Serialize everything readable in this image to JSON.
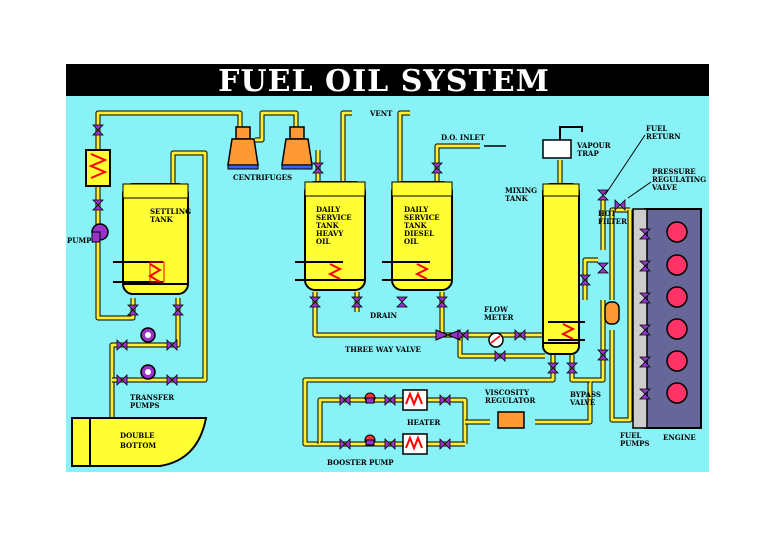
{
  "title": "FUEL OIL SYSTEM",
  "labels": {
    "pump": "PUMP",
    "settling_tank": [
      "SETTLING",
      "TANK"
    ],
    "centrifuges": "CENTRIFUGES",
    "vent": "VENT",
    "do_inlet": "D.O. INLET",
    "daily_heavy": [
      "DAILY",
      "SERVICE",
      "TANK",
      "HEAVY",
      "OIL"
    ],
    "daily_diesel": [
      "DAILY",
      "SERVICE",
      "TANK",
      "DIESEL",
      "OIL"
    ],
    "drain": "DRAIN",
    "mixing_tank": [
      "MIXING",
      "TANK"
    ],
    "vapour_trap": [
      "VAPOUR",
      "TRAP"
    ],
    "fuel_return": [
      "FUEL",
      "RETURN"
    ],
    "pressure_regulating_valve": [
      "PRESSURE",
      "REGULATING",
      "VALVE"
    ],
    "hot_filter": [
      "HOT",
      "FILTER"
    ],
    "flow_meter": [
      "FLOW",
      "METER"
    ],
    "three_way_valve": "THREE WAY VALVE",
    "transfer_pumps": [
      "TRANSFER",
      "PUMPS"
    ],
    "double_bottom": [
      "DOUBLE",
      "BOTTOM"
    ],
    "viscosity_regulator": [
      "VISCOSITY",
      "REGULATOR"
    ],
    "bypass_valve": [
      "BYPASS",
      "VALVE"
    ],
    "heater": "HEATER",
    "booster_pump": "BOOSTER PUMP",
    "fuel_pumps": [
      "FUEL",
      "PUMPS"
    ],
    "engine": "ENGINE"
  },
  "colors": {
    "background": "#88f2f6",
    "title_bar": "#000000",
    "tank_fill": "#ffff33",
    "pipe_inner": "#ffee33",
    "valve": "#9933cc",
    "heater_coil": "#ff0000",
    "centrifuge": "#ff9933",
    "engine_body": "#666699",
    "cylinder": "#ff3366"
  }
}
